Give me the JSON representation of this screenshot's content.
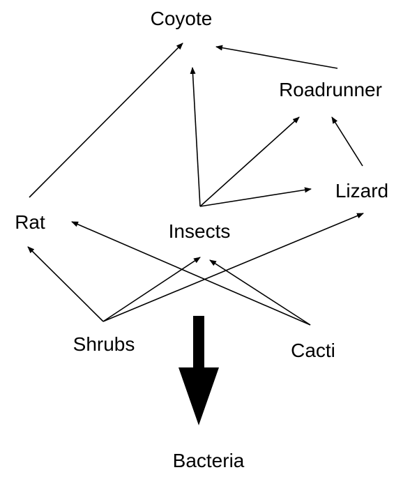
{
  "nodes": {
    "coyote": "Coyote",
    "roadrunner": "Roadrunner",
    "lizard": "Lizard",
    "rat": "Rat",
    "insects": "Insects",
    "shrubs": "Shrubs",
    "cacti": "Cacti",
    "bacteria": "Bacteria"
  },
  "edges": [
    {
      "from": "rat",
      "to": "coyote"
    },
    {
      "from": "roadrunner",
      "to": "coyote"
    },
    {
      "from": "insects",
      "to": "coyote"
    },
    {
      "from": "insects",
      "to": "roadrunner"
    },
    {
      "from": "insects",
      "to": "lizard"
    },
    {
      "from": "lizard",
      "to": "roadrunner"
    },
    {
      "from": "shrubs",
      "to": "rat"
    },
    {
      "from": "shrubs",
      "to": "insects"
    },
    {
      "from": "shrubs",
      "to": "lizard"
    },
    {
      "from": "cacti",
      "to": "rat"
    },
    {
      "from": "cacti",
      "to": "insects"
    }
  ],
  "decomposition_arrow": {
    "to": "bacteria"
  },
  "colors": {
    "line": "#000000",
    "background": "#ffffff"
  }
}
